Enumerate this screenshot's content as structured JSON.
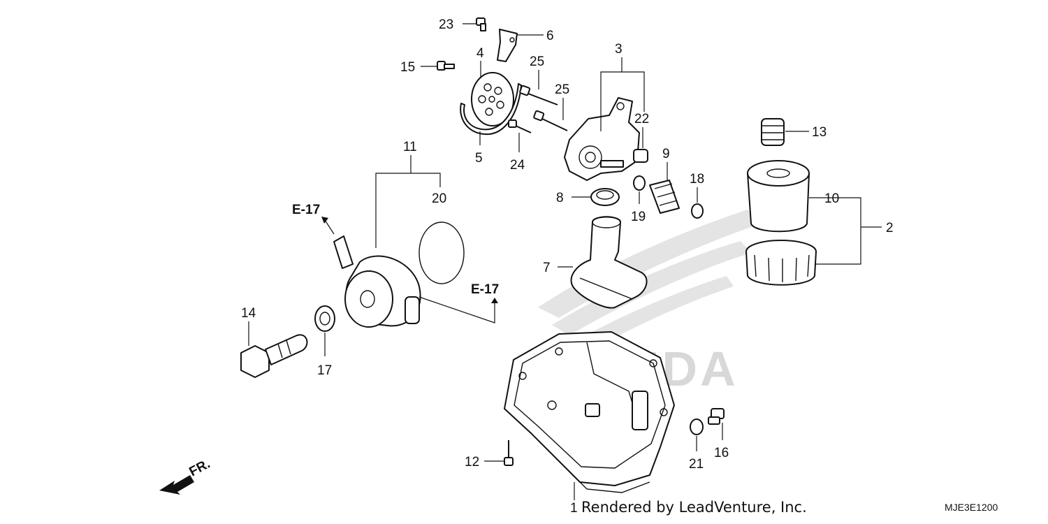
{
  "callouts": {
    "c1": "1",
    "c2": "2",
    "c3": "3",
    "c4": "4",
    "c5": "5",
    "c6": "6",
    "c7": "7",
    "c8": "8",
    "c9": "9",
    "c10": "10",
    "c11": "11",
    "c12": "12",
    "c13": "13",
    "c14": "14",
    "c15": "15",
    "c16": "16",
    "c17": "17",
    "c18": "18",
    "c19": "19",
    "c20": "20",
    "c21": "21",
    "c22": "22",
    "c23": "23",
    "c24": "24",
    "c25a": "25",
    "c25b": "25"
  },
  "references": {
    "upper": "E-17",
    "lower": "E-17"
  },
  "direction_label": "FR.",
  "watermark": {
    "brand": "HONDA"
  },
  "footer": {
    "credit": "Rendered by LeadVenture, Inc.",
    "diagram_code": "MJE3E1200"
  },
  "colors": {
    "ink": "#111111",
    "watermark": "#d8d8d8",
    "background": "#ffffff"
  }
}
